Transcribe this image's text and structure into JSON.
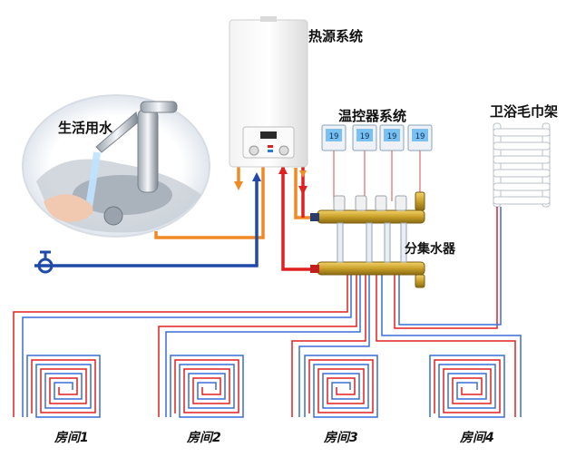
{
  "labels": {
    "heat_source": "热源系统",
    "thermostat": "温控器系统",
    "domestic_water": "生活用水",
    "towel_rack": "卫浴毛巾架",
    "manifold": "分集水器"
  },
  "rooms": [
    "房间1",
    "房间2",
    "房间3",
    "房间4"
  ],
  "thermostat_display": "19",
  "colors": {
    "hot_pipe": "#e02020",
    "cold_pipe": "#1f4aa8",
    "domestic_hot": "#f08a24",
    "floor_blue": "#3a6fd8",
    "brass": "#c9a02a"
  }
}
